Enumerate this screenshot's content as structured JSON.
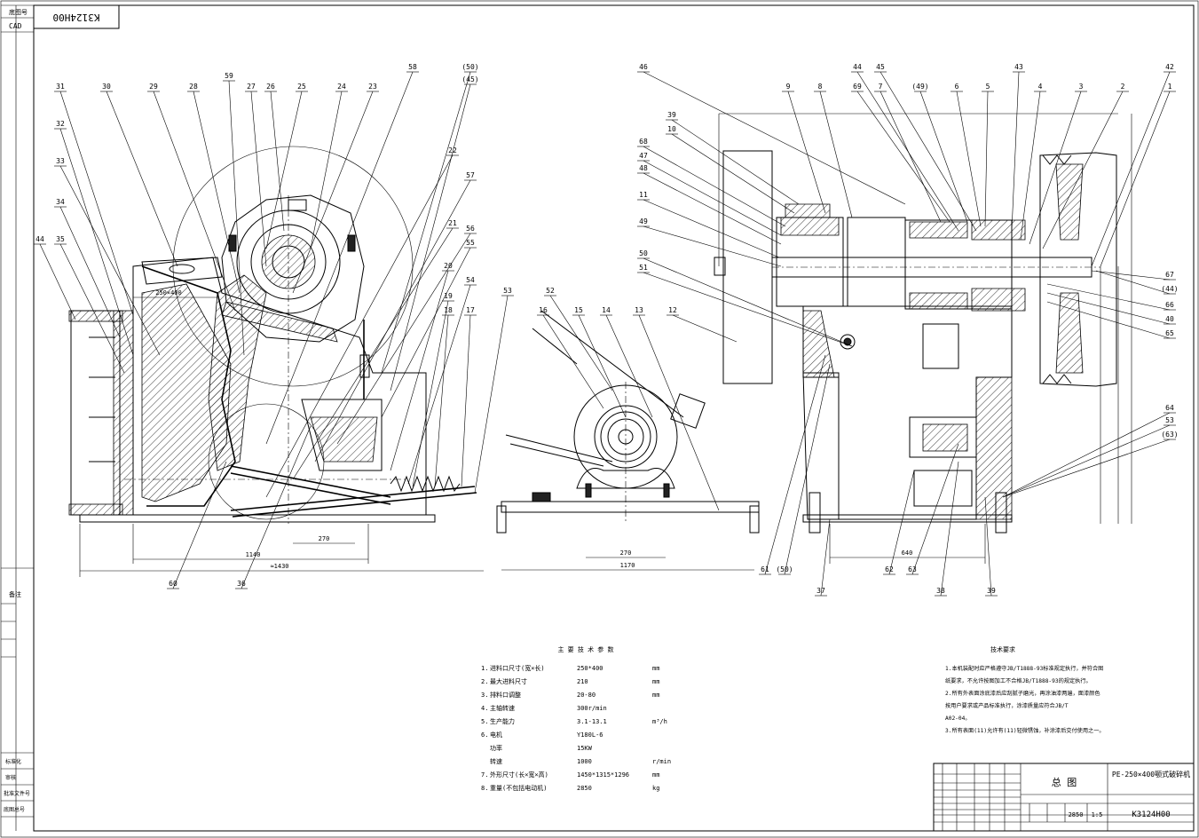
{
  "drawing_code": "K3124H00",
  "left_strip": {
    "top_label_1": "底图号",
    "top_label_2": "CAD",
    "mid_label": "备注",
    "bottom_labels": [
      "标准化",
      "审核",
      "批准文件号",
      "底图总号"
    ]
  },
  "balloons_left": [
    "31",
    "30",
    "29",
    "28",
    "59",
    "27",
    "26",
    "25",
    "24",
    "23",
    "58",
    "(50)",
    "(45)",
    "32",
    "33",
    "34",
    "44",
    "35",
    "22",
    "57",
    "21",
    "56",
    "55",
    "20",
    "54",
    "19",
    "18",
    "17",
    "53",
    "60",
    "36",
    "52",
    "16",
    "15",
    "14",
    "13",
    "12"
  ],
  "balloons_right": [
    "46",
    "39",
    "10",
    "68",
    "47",
    "48",
    "11",
    "49",
    "50",
    "51",
    "9",
    "8",
    "69",
    "7",
    "(49)",
    "44",
    "45",
    "6",
    "5",
    "43",
    "4",
    "3",
    "2",
    "42",
    "1",
    "67",
    "(44)",
    "66",
    "40",
    "65",
    "64",
    "53",
    "(63)",
    "61",
    "(50)",
    "37",
    "62",
    "63",
    "38",
    "39"
  ],
  "dimensions": [
    "250×400",
    "270",
    "1140",
    "≈1430",
    "270",
    "1170",
    "640"
  ],
  "spec_table": {
    "title": "主 要 技 术 参 数",
    "rows": [
      {
        "no": "1.",
        "name": "进料口尺寸(宽×长)",
        "value": "250*400",
        "unit": "mm"
      },
      {
        "no": "2.",
        "name": "最大进料尺寸",
        "value": "210",
        "unit": "mm"
      },
      {
        "no": "3.",
        "name": "排料口调整",
        "value": "20-80",
        "unit": "mm"
      },
      {
        "no": "4.",
        "name": "主轴转速",
        "value": "300r/min",
        "unit": ""
      },
      {
        "no": "5.",
        "name": "生产能力",
        "value": "3.1-13.1",
        "unit": "m³/h"
      },
      {
        "no": "6.",
        "name": "电机",
        "value": "Y180L-6",
        "unit": ""
      },
      {
        "no": "",
        "name": "功率",
        "value": "15KW",
        "unit": ""
      },
      {
        "no": "",
        "name": "转速",
        "value": "1000",
        "unit": "r/min"
      },
      {
        "no": "7.",
        "name": "外形尺寸(长×宽×高)",
        "value": "1450*1315*1296",
        "unit": "mm"
      },
      {
        "no": "8.",
        "name": "重量(不包括电动机)",
        "value": "2850",
        "unit": "kg"
      }
    ]
  },
  "notes": {
    "title": "技术要求",
    "lines": [
      "1.本机装配时应严格遵守JB/T1888-93标准规定执行，并符合图",
      "  纸要求，不允许按图加工不合格JB/T1888-93的规定执行。",
      "2.所有外表面涂底漆后应刮腻子磨光，再涂油漆两遍，面漆颜色",
      "  按用户要求或产品标准执行，涂漆质量应符合JB/T",
      "  A02-04。",
      "3.所有表面(11)允许有(11)轻微锈蚀，补涂漆后交付使用之一。"
    ]
  },
  "title_block": {
    "name": "总 图",
    "product": "PE-250×400颚式破碎机",
    "code": "K3124H00",
    "weight": "2850",
    "scale": "1:5"
  }
}
